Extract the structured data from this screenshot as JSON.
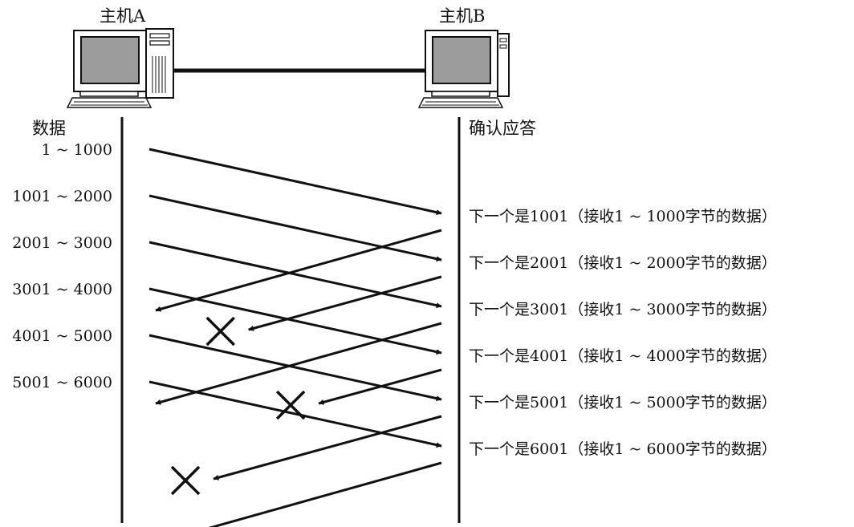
{
  "hosts": {
    "a": {
      "label": "主机A"
    },
    "b": {
      "label": "主机B"
    }
  },
  "columns": {
    "left_header": "数据",
    "right_header": "确认应答"
  },
  "segments": [
    {
      "label": "1 ~ 1000",
      "lost_ack": false
    },
    {
      "label": "1001 ~ 2000",
      "lost_ack": true
    },
    {
      "label": "2001 ~ 3000",
      "lost_ack": false
    },
    {
      "label": "3001 ~ 4000",
      "lost_ack": true
    },
    {
      "label": "4001 ~ 5000",
      "lost_ack": true
    },
    {
      "label": "5001 ~ 6000",
      "lost_ack": false
    }
  ],
  "acks": [
    {
      "label": "下一个是1001（接收1 ~ 1000字节的数据）"
    },
    {
      "label": "下一个是2001（接收1 ~ 2000字节的数据）"
    },
    {
      "label": "下一个是3001（接收1 ~ 3000字节的数据）"
    },
    {
      "label": "下一个是4001（接收1 ~ 4000字节的数据）"
    },
    {
      "label": "下一个是5001（接收1 ~ 5000字节的数据）"
    },
    {
      "label": "下一个是6001（接收1 ~ 6000字节的数据）"
    }
  ],
  "loss_marker": {
    "icon": "x-mark-icon",
    "color": "#111111"
  },
  "colors": {
    "line": "#111111",
    "screen": "#a8a8a8",
    "case": "#ffffff"
  }
}
